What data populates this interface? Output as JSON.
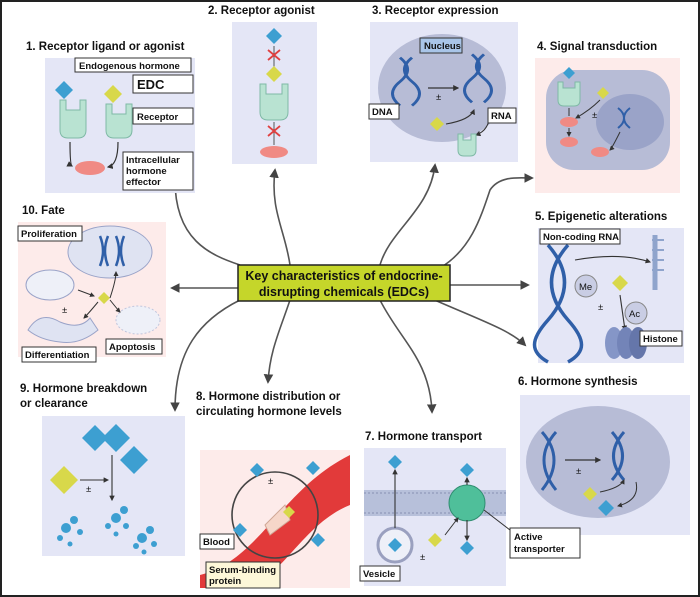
{
  "center": {
    "line1": "Key characteristics of endocrine-",
    "line2": "disrupting chemicals (EDCs)"
  },
  "panels": {
    "p1": {
      "title": "1. Receptor ligand or agonist",
      "labels": {
        "endogenous": "Endogenous hormone",
        "edc": "EDC",
        "receptor": "Receptor",
        "effector1": "Intracellular",
        "effector2": "hormone",
        "effector3": "effector"
      }
    },
    "p2": {
      "title": "2. Receptor agonist"
    },
    "p3": {
      "title": "3. Receptor  expression",
      "labels": {
        "nucleus": "Nucleus",
        "dna": "DNA",
        "rna": "RNA"
      }
    },
    "p4": {
      "title": "4. Signal transduction"
    },
    "p5": {
      "title": "5. Epigenetic alterations",
      "labels": {
        "ncrna": "Non-coding RNA",
        "me": "Me",
        "ac": "Ac",
        "histone": "Histone"
      }
    },
    "p6": {
      "title": "6. Hormone synthesis"
    },
    "p7": {
      "title": "7. Hormone transport",
      "labels": {
        "active1": "Active",
        "active2": "transporter",
        "vesicle": "Vesicle"
      }
    },
    "p8": {
      "title1": "8. Hormone distribution or",
      "title2": "circulating hormone levels",
      "labels": {
        "blood": "Blood",
        "sbp1": "Serum-binding",
        "sbp2": "protein"
      }
    },
    "p9": {
      "title1": "9. Hormone breakdown",
      "title2": "or clearance"
    },
    "p10": {
      "title": "10. Fate",
      "labels": {
        "proliferation": "Proliferation",
        "apoptosis": "Apoptosis",
        "differentiation": "Differentiation"
      }
    }
  },
  "symbols": {
    "pm": "±"
  },
  "colors": {
    "hormone": "#3d9fd1",
    "edc": "#d8d84a",
    "receptor": "#b9e3d2",
    "effector": "#f08a84",
    "nucleus": "#b7bcd6",
    "dna": "#2f5fa8",
    "center_box": "#c5d62a",
    "blood": "#e23a3a"
  }
}
